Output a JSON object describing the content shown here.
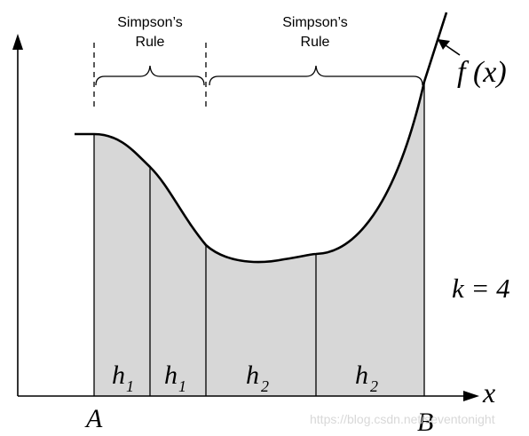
{
  "diagram": {
    "brace_labels": [
      {
        "line1": "Simpson’s",
        "line2": "Rule"
      },
      {
        "line1": "Simpson’s",
        "line2": "Rule"
      }
    ],
    "function_label": "f (x)",
    "x_axis_label": "x",
    "endpoint_labels": {
      "left": "A",
      "right": "B"
    },
    "interval_labels": [
      {
        "main": "h",
        "sub": "1"
      },
      {
        "main": "h",
        "sub": "1"
      },
      {
        "main": "h",
        "sub": "2"
      },
      {
        "main": "h",
        "sub": "2"
      }
    ],
    "k_label": "k = 4",
    "watermark": "https://blog.csdn.net/seventonight",
    "colors": {
      "fill": "#d7d7d7",
      "stroke": "#000000"
    }
  }
}
